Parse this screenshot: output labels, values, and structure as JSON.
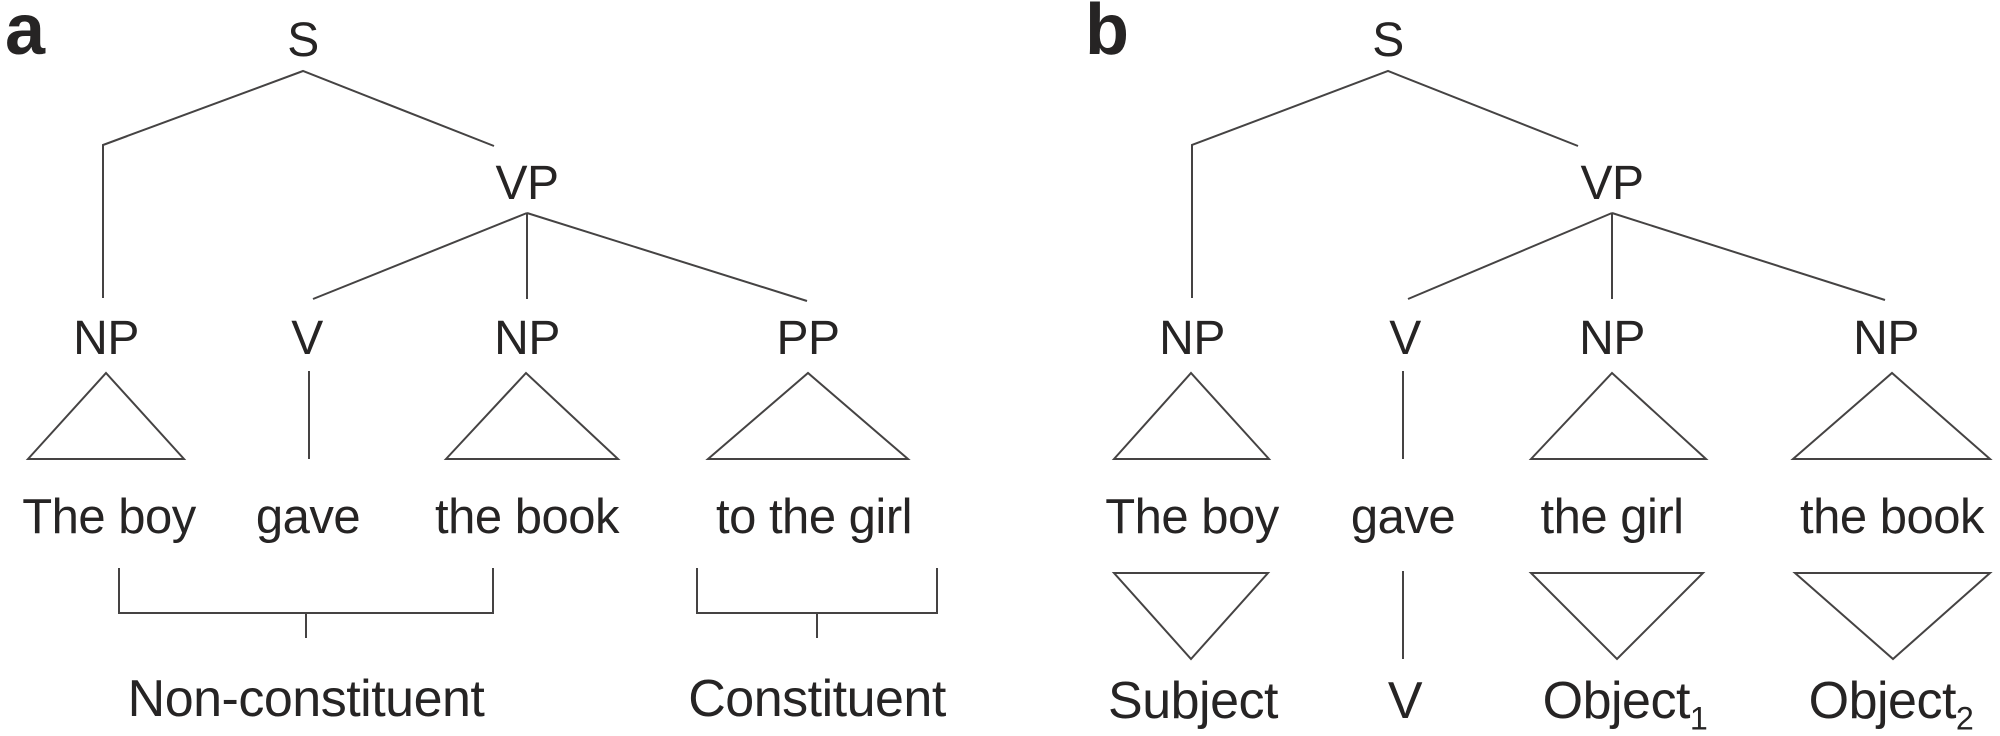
{
  "colors": {
    "background": "#ffffff",
    "ink": "#262424",
    "line": "#454343"
  },
  "figure": {
    "panels": [
      {
        "label": "a",
        "root": "S",
        "vp": "VP",
        "leaves": [
          "NP",
          "V",
          "NP",
          "PP"
        ],
        "words": [
          "The boy",
          "gave",
          "the book",
          "to the girl"
        ],
        "brackets": [
          {
            "label": "Non-constituent"
          },
          {
            "label": "Constituent"
          }
        ]
      },
      {
        "label": "b",
        "root": "S",
        "vp": "VP",
        "leaves": [
          "NP",
          "V",
          "NP",
          "NP"
        ],
        "words": [
          "The boy",
          "gave",
          "the girl",
          "the book"
        ],
        "roles": [
          {
            "base": "Subject",
            "sub": ""
          },
          {
            "base": "V",
            "sub": ""
          },
          {
            "base": "Object",
            "sub": "1"
          },
          {
            "base": "Object",
            "sub": "2"
          }
        ]
      }
    ]
  }
}
